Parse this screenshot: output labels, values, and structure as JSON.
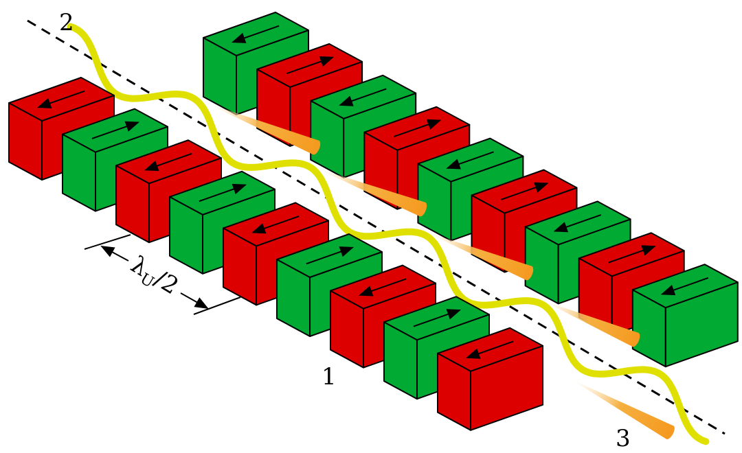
{
  "labels": {
    "beam_in": "2",
    "magnet_row": "1",
    "radiation_out": "3",
    "period_symbol": "λ",
    "period_subscript": "U",
    "period_fraction": "/2"
  },
  "colors": {
    "magnet_north": "#dd0000",
    "magnet_south": "#00aa33",
    "beam": "#e0e000",
    "radiation": "#f5a623"
  },
  "magnets": {
    "front_row": [
      "red",
      "green",
      "red",
      "green",
      "red",
      "green",
      "red",
      "green",
      "red"
    ],
    "back_row": [
      "green",
      "red",
      "green",
      "red",
      "green",
      "red",
      "green",
      "red",
      "green"
    ]
  }
}
